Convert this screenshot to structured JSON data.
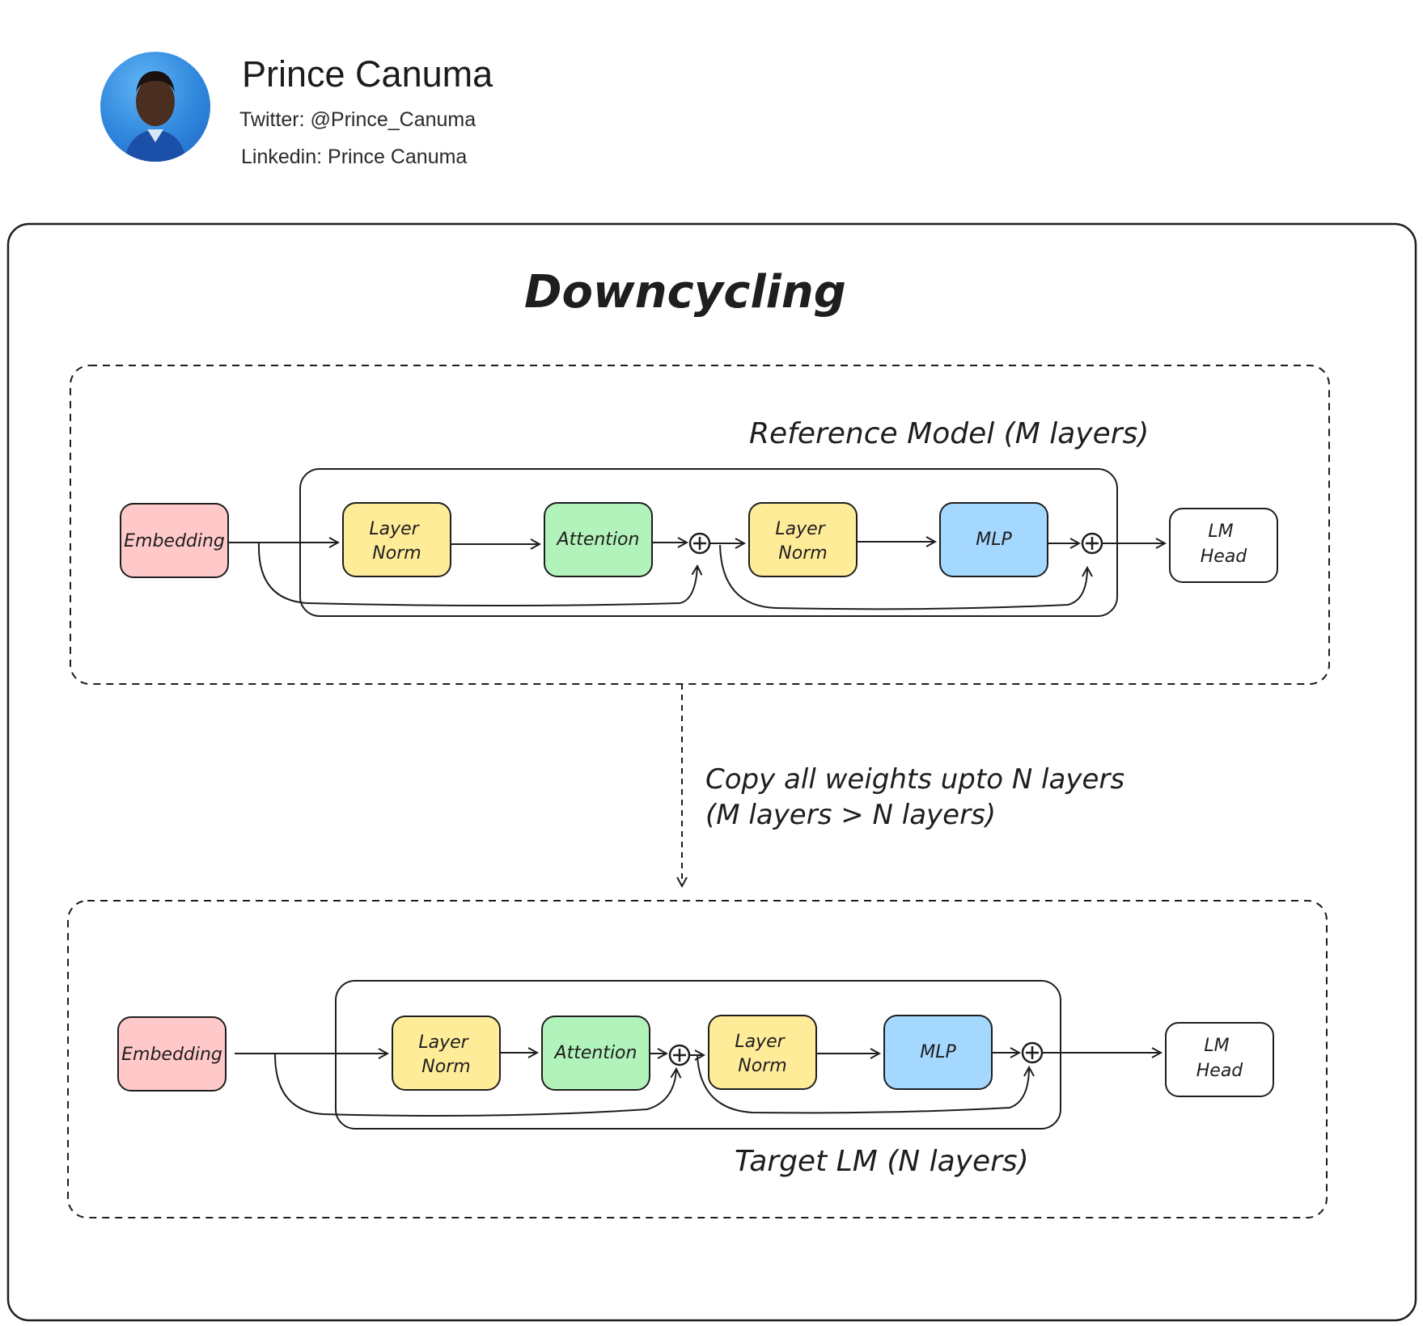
{
  "author": {
    "name": "Prince Canuma",
    "twitter": "Twitter: @Prince_Canuma",
    "linkedin": "Linkedin: Prince Canuma"
  },
  "diagram": {
    "title": "Downcycling",
    "reference_model": {
      "label": "Reference Model (M layers)",
      "embedding": "Embedding",
      "layer_norm_1": [
        "Layer",
        "Norm"
      ],
      "attention": "Attention",
      "layer_norm_2": [
        "Layer",
        "Norm"
      ],
      "mlp": "MLP",
      "lm_head": [
        "LM",
        "Head"
      ]
    },
    "copy_note": [
      "Copy all weights upto N layers",
      "(M layers > N layers)"
    ],
    "target_model": {
      "label": "Target LM (N layers)",
      "embedding": "Embedding",
      "layer_norm_1": [
        "Layer",
        "Norm"
      ],
      "attention": "Attention",
      "layer_norm_2": [
        "Layer",
        "Norm"
      ],
      "mlp": "MLP",
      "lm_head": [
        "LM",
        "Head"
      ]
    },
    "colors": {
      "embedding": "#ffc9c9",
      "layer_norm": "#ffec99",
      "attention": "#b2f2bb",
      "mlp": "#a5d8ff",
      "lm_head": "#ffffff",
      "stroke": "#1e1e1e"
    }
  }
}
